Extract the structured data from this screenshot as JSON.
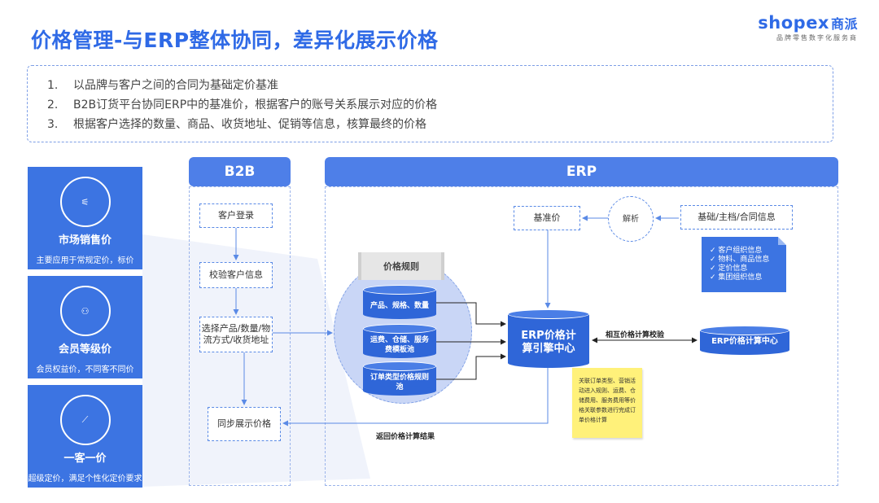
{
  "title": "价格管理-与ERP整体协同，差异化展示价格",
  "logo": {
    "main": "shopex",
    "cn": "商派",
    "sub": "品牌零售数字化服务商"
  },
  "intro": [
    {
      "num": "1.",
      "text": "以品牌与客户之间的合同为基础定价基准"
    },
    {
      "num": "2.",
      "text": "B2B订货平台协同ERP中的基准价，根据客户的账号关系展示对应的价格"
    },
    {
      "num": "3.",
      "text": "根据客户选择的数量、商品、收货地址、促销等信息，核算最终的价格"
    }
  ],
  "cards": [
    {
      "icon": "sliders-icon",
      "glyph": "⚟",
      "title": "市场销售价",
      "desc": "主要应用于常规定价，标价"
    },
    {
      "icon": "members-icon",
      "glyph": "⚇",
      "title": "会员等级价",
      "desc": "会员权益价，不同客不同价"
    },
    {
      "icon": "trend-icon",
      "glyph": "⟋",
      "title": "一客一价",
      "desc": "超级定价，满足个性化定价要求"
    }
  ],
  "b2b": {
    "header": "B2B",
    "steps": [
      "客户登录",
      "校验客户信息",
      "选择产品/数量/物流方式/收货地址",
      "同步展示价格"
    ]
  },
  "erp": {
    "header": "ERP",
    "base_price": "基准价",
    "parse": "解析",
    "master_data": "基础/主档/合同信息",
    "doc_items": [
      "✓ 客户组织信息",
      "✓ 物料、商品信息",
      "✓ 定价信息",
      "✓ 集团组织信息"
    ],
    "pool_tag": "价格规则",
    "pools": [
      "产品、规格、数量",
      "运费、仓储、服务费模板池",
      "订单类型价格规则池"
    ],
    "engine": "ERP价格计算引擎中心",
    "erp_center": "ERP价格计算中心",
    "cross_check": "相互价格计算校验",
    "return_result": "返回价格计算结果",
    "note": "关联订单类型、营销活动进入规则、运费、仓储费用、服务费用等价格关联参数进行完成订单价格计算"
  },
  "colors": {
    "accent": "#2f6ae6",
    "card": "#3c74e2",
    "header": "#4e7fe8",
    "note": "#fff17a"
  }
}
